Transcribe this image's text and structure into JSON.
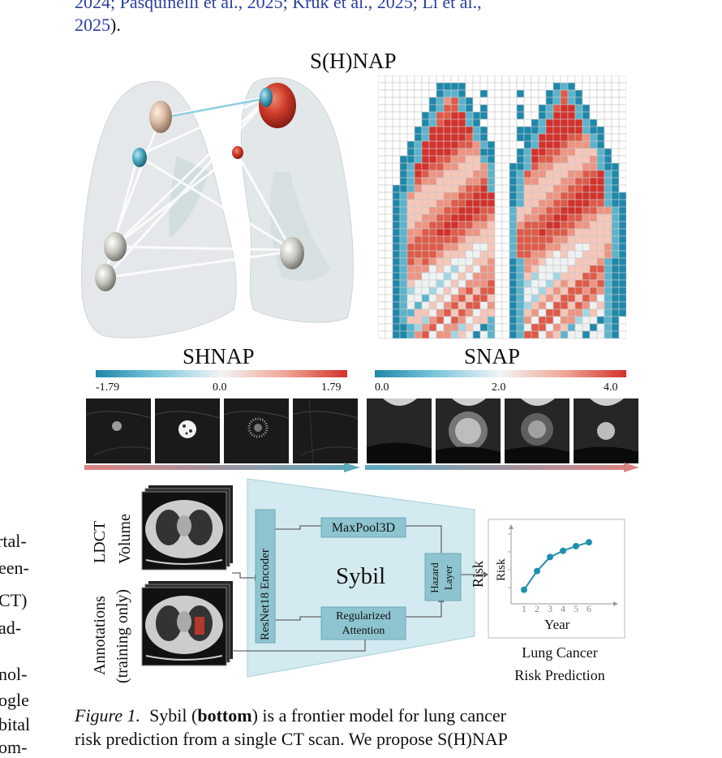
{
  "text": {
    "cite_line1": "2024; Pasquinelli et al., 2025; Kruk et al., 2025; Li et al.,",
    "cite_line2_year": "2025",
    "cite_line2_end": ").",
    "left_fragments": [
      "rtal-",
      "een-",
      "CT)",
      "ad-",
      "nol-",
      "ogle",
      "bital",
      "om-"
    ]
  },
  "top_figure": {
    "title": "S(H)NAP",
    "shnap": {
      "label": "SHNAP",
      "ticks": [
        "-1.79",
        "0.0",
        "1.79"
      ]
    },
    "snap": {
      "label": "SNAP",
      "ticks": [
        "0.0",
        "2.0",
        "4.0"
      ]
    }
  },
  "sybil_diagram": {
    "input_ldct": "LDCT",
    "input_volume": "Volume",
    "input_annotations": "Annotations",
    "input_training": "(training only)",
    "encoder": "ResNet18 Encoder",
    "maxpool": "MaxPool3D",
    "attention_line1": "Regularized",
    "attention_line2": "Attention",
    "model_name": "Sybil",
    "hazard_line1": "Hazard",
    "hazard_line2": "Layer",
    "output_label": "Risk",
    "plot_ylabel": "Risk",
    "plot_xlabel": "Year",
    "plot_x_ticks": [
      "1",
      "2",
      "3",
      "4",
      "5",
      "6"
    ],
    "plot_risk_values": [
      0.18,
      0.42,
      0.6,
      0.68,
      0.74,
      0.79
    ],
    "result_line1": "Lung Cancer",
    "result_line2": "Risk Prediction"
  },
  "caption": {
    "figure_label": "Figure 1.",
    "text1": "Sybil (",
    "bold": "bottom",
    "text2": ") is a frontier model for lung cancer",
    "line2": "risk prediction from a single CT scan.  We propose S(H)NAP"
  },
  "colors": {
    "teal": "#1f8fb0",
    "red": "#d8322f",
    "diagram_fill": "#cde8ee",
    "box_fill": "#8dc4d0",
    "link": "#2b3f9e"
  }
}
